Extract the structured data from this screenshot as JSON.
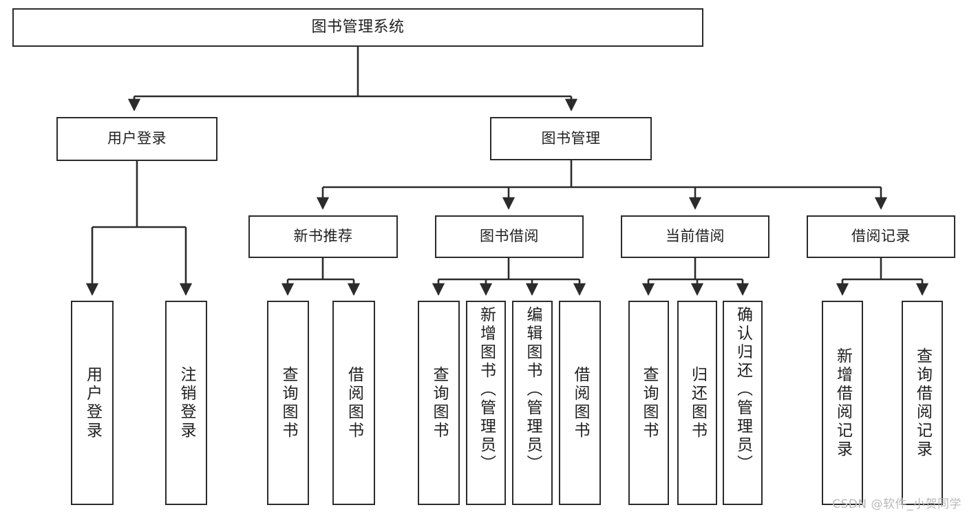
{
  "diagram": {
    "type": "tree",
    "title": "图书管理系统",
    "root": {
      "label": "图书管理系统"
    },
    "level1": [
      {
        "label": "用户登录"
      },
      {
        "label": "图书管理"
      }
    ],
    "level2": [
      {
        "label": "新书推荐"
      },
      {
        "label": "图书借阅"
      },
      {
        "label": "当前借阅"
      },
      {
        "label": "借阅记录"
      }
    ],
    "leaves": [
      {
        "label": "用户登录",
        "parent": "用户登录"
      },
      {
        "label": "注销登录",
        "parent": "用户登录"
      },
      {
        "label": "查询图书",
        "parent": "新书推荐"
      },
      {
        "label": "借阅图书",
        "parent": "新书推荐"
      },
      {
        "label": "查询图书",
        "parent": "图书借阅"
      },
      {
        "label": "新增图书（管理员）",
        "parent": "图书借阅"
      },
      {
        "label": "编辑图书（管理员）",
        "parent": "图书借阅"
      },
      {
        "label": "借阅图书",
        "parent": "图书借阅"
      },
      {
        "label": "查询图书",
        "parent": "当前借阅"
      },
      {
        "label": "归还图书",
        "parent": "当前借阅"
      },
      {
        "label": "确认归还（管理员）",
        "parent": "当前借阅"
      },
      {
        "label": "新增借阅记录",
        "parent": "借阅记录"
      },
      {
        "label": "查询借阅记录",
        "parent": "借阅记录"
      }
    ]
  },
  "watermark": {
    "text": "CSDN @软件_小贺同学"
  },
  "colors": {
    "stroke": "#2b2b2b",
    "fill": "#ffffff",
    "text": "#1f1f1f",
    "watermark": "#b8b8b8"
  }
}
